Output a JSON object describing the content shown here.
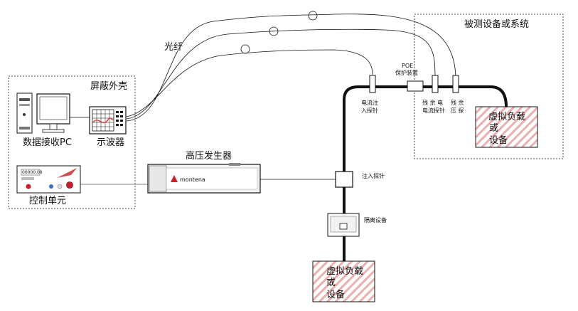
{
  "labels": {
    "fiber": "光纤",
    "shield_enclosure": "屏蔽外壳",
    "data_pc": "数据接收PC",
    "oscilloscope": "示波器",
    "control_unit": "控制单元",
    "hv_generator": "高压发生器",
    "generator_brand": "montena",
    "dut_system": "被测设备或系统",
    "poe_line1": "POE",
    "poe_line2": "保护装置",
    "current_injection_line1": "电流注",
    "current_injection_line2": "入探针",
    "residual_current_line1": "残 余 电",
    "residual_current_line2": "电流探针",
    "residual_voltage_line1": "残 余",
    "residual_voltage_line2": "压 探",
    "injection_probe": "注入探针",
    "isolation_device": "隔离设备",
    "virtual_load_line1": "虚拟负载",
    "virtual_load_line2": "或",
    "virtual_load_line3": "设备",
    "control_display": "00000.00"
  },
  "colors": {
    "line": "#111111",
    "dashed_border": "#444444",
    "load_hatch": "#e4a3a3",
    "control_red": "#c8202a",
    "osc_trace": "#d43a3a"
  }
}
